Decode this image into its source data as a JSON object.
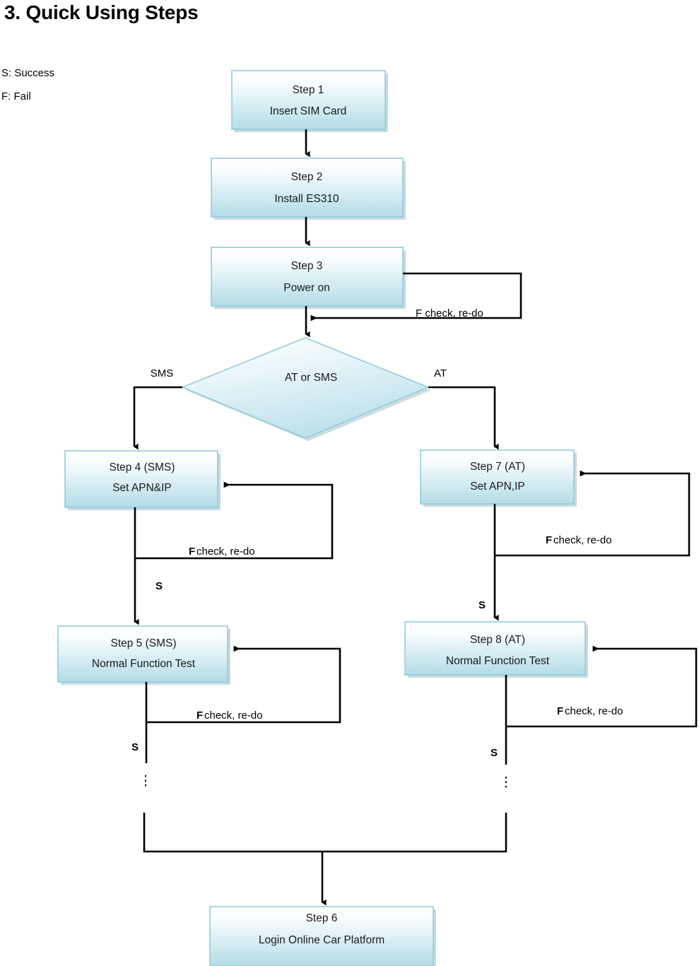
{
  "page": {
    "title": "3. Quick Using Steps"
  },
  "legend": {
    "success": "S: Success",
    "fail": "F: Fail"
  },
  "chart_data": {
    "type": "diagram",
    "diagram_kind": "flowchart",
    "title": "3. Quick Using Steps",
    "nodes": [
      {
        "id": "step1",
        "shape": "process",
        "line1": "Step 1",
        "line2": "Insert SIM Card"
      },
      {
        "id": "step2",
        "shape": "process",
        "line1": "Step 2",
        "line2": "Install ES310"
      },
      {
        "id": "step3",
        "shape": "process",
        "line1": "Step 3",
        "line2": "Power on"
      },
      {
        "id": "decision",
        "shape": "decision",
        "line1": "AT or SMS",
        "line2": ""
      },
      {
        "id": "step4",
        "shape": "process",
        "line1": "Step 4 (SMS)",
        "line2": "Set APN&IP"
      },
      {
        "id": "step5",
        "shape": "process",
        "line1": "Step 5 (SMS)",
        "line2": "Normal Function Test"
      },
      {
        "id": "step7",
        "shape": "process",
        "line1": "Step 7 (AT)",
        "line2": "Set APN,IP"
      },
      {
        "id": "step8",
        "shape": "process",
        "line1": "Step 8 (AT)",
        "line2": "Normal Function Test"
      },
      {
        "id": "step6",
        "shape": "process",
        "line1": "Step 6",
        "line2": "Login Online Car Platform"
      }
    ],
    "edges": [
      {
        "from": "step1",
        "to": "step2",
        "label": ""
      },
      {
        "from": "step2",
        "to": "step3",
        "label": ""
      },
      {
        "from": "step3",
        "to": "step3",
        "label_bold": "",
        "label": "F check, re-do"
      },
      {
        "from": "step3",
        "to": "decision",
        "label": ""
      },
      {
        "from": "decision",
        "to": "step4",
        "label": "SMS"
      },
      {
        "from": "decision",
        "to": "step7",
        "label": "AT"
      },
      {
        "from": "step4",
        "to": "step4",
        "label_bold": "F",
        "label": " check, re-do"
      },
      {
        "from": "step4",
        "to": "step5",
        "label": "S"
      },
      {
        "from": "step5",
        "to": "step5",
        "label_bold": "F",
        "label": " check, re-do"
      },
      {
        "from": "step5",
        "to": "step6",
        "label": "S"
      },
      {
        "from": "step7",
        "to": "step7",
        "label_bold": "F",
        "label": " check, re-do"
      },
      {
        "from": "step7",
        "to": "step8",
        "label": "S"
      },
      {
        "from": "step8",
        "to": "step8",
        "label_bold": "F",
        "label": " check, re-do"
      },
      {
        "from": "step8",
        "to": "step6",
        "label": "S"
      }
    ],
    "colors": {
      "shape_fill_top": "#fdfeff",
      "shape_fill_bottom": "#b5dde8",
      "shape_border": "#8fcddc",
      "line": "#000000",
      "text": "#1a1a1a"
    }
  },
  "nodes": {
    "step1": {
      "line1": "Step 1",
      "line2": "Insert SIM Card"
    },
    "step2": {
      "line1": "Step 2",
      "line2": "Install ES310"
    },
    "step3": {
      "line1": "Step 3",
      "line2": "Power on"
    },
    "decision": {
      "label": "AT or SMS"
    },
    "step4": {
      "line1": "Step 4 (SMS)",
      "line2": "Set APN&IP"
    },
    "step5": {
      "line1": "Step 5 (SMS)",
      "line2": "Normal Function Test"
    },
    "step7": {
      "line1": "Step 7 (AT)",
      "line2": "Set APN,IP"
    },
    "step8": {
      "line1": "Step 8 (AT)",
      "line2": "Normal Function Test"
    },
    "step6": {
      "line1": "Step 6",
      "line2": "Login Online Car Platform"
    }
  },
  "labels": {
    "branch_sms": "SMS",
    "branch_at": "AT",
    "loop3_text": "F check, re-do",
    "loop_f": "F",
    "loop_rest": " check, re-do",
    "success_s": "S",
    "ellipsis": "⋮"
  }
}
